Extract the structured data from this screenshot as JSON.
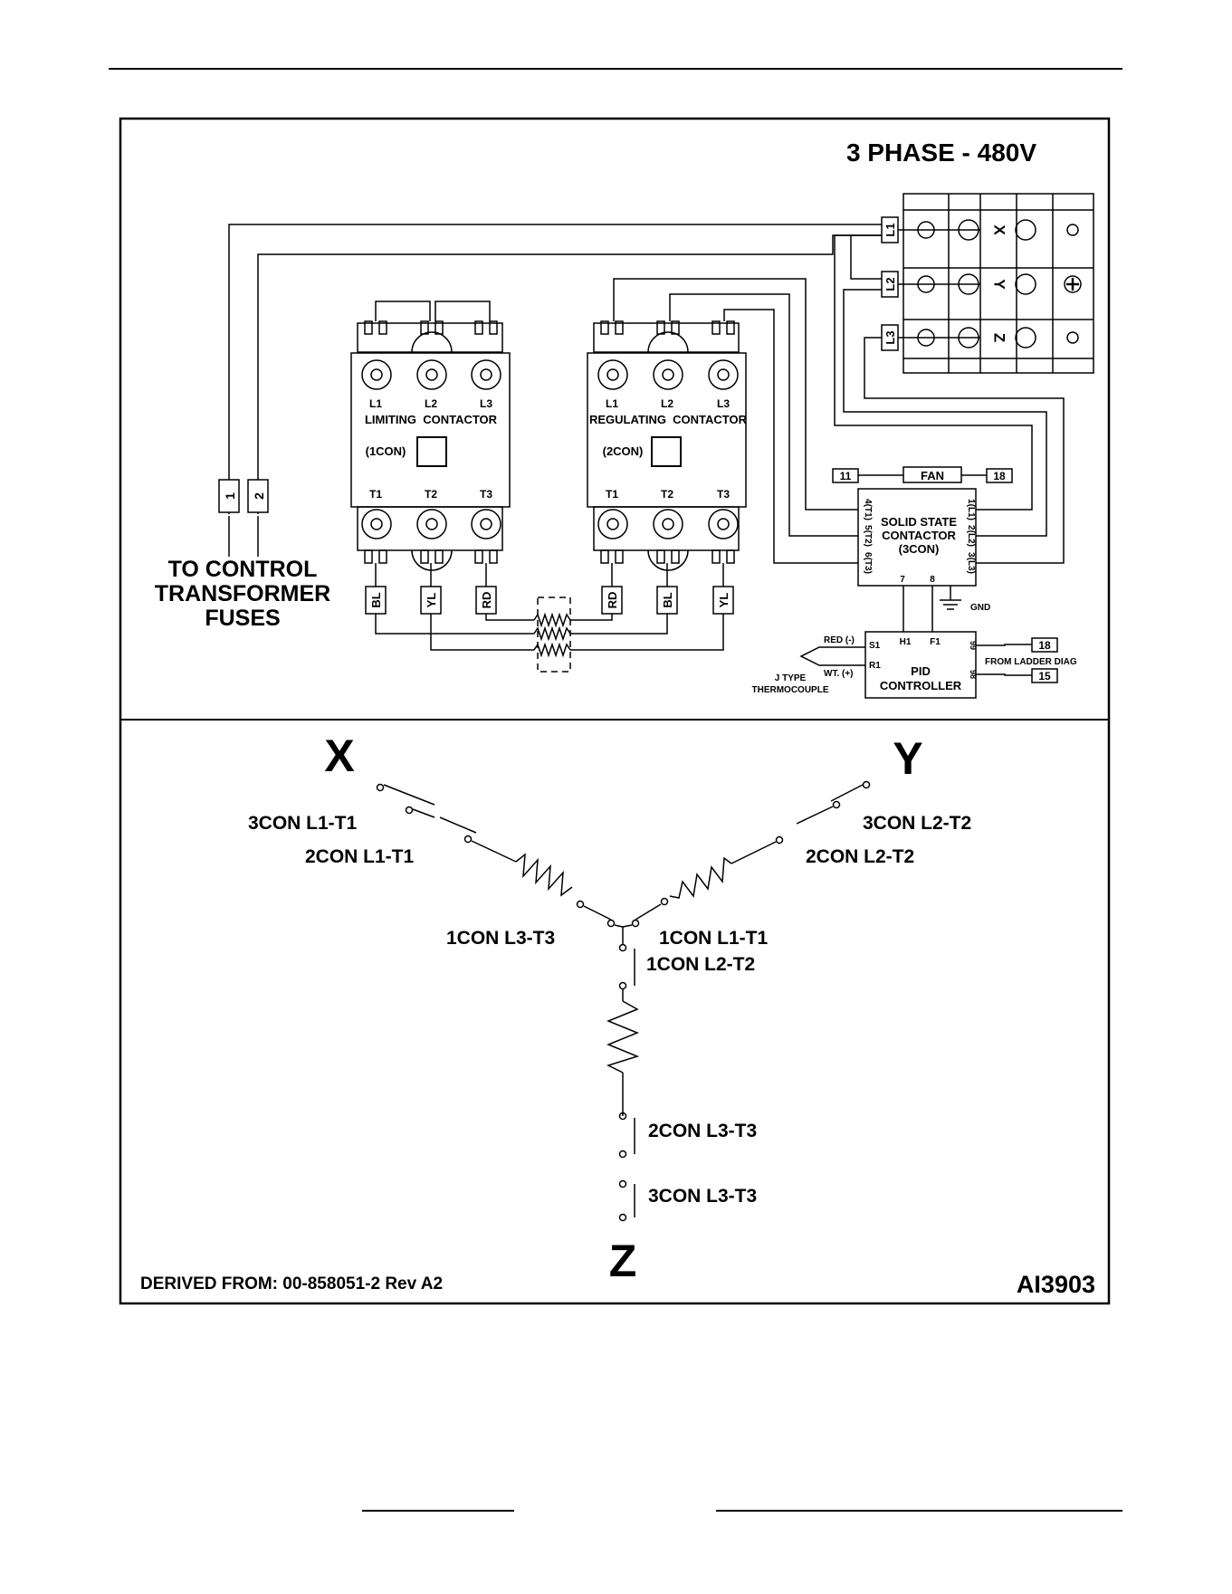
{
  "title": "3 PHASE - 480V",
  "terminal_block": {
    "line_labels": [
      "L1",
      "L2",
      "L3"
    ],
    "phase_labels": [
      "X",
      "Y",
      "Z"
    ]
  },
  "control_transformer": {
    "wire_labels": [
      "1",
      "2"
    ],
    "caption_lines": [
      "TO CONTROL",
      "TRANSFORMER",
      "FUSES"
    ]
  },
  "limiting_contactor": {
    "line_terminals": [
      "L1",
      "L2",
      "L3"
    ],
    "load_terminals": [
      "T1",
      "T2",
      "T3"
    ],
    "name": "LIMITING  CONTACTOR",
    "tag": "(1CON)",
    "wire_labels": [
      "BL",
      "YL",
      "RD"
    ]
  },
  "regulating_contactor": {
    "line_terminals": [
      "L1",
      "L2",
      "L3"
    ],
    "load_terminals": [
      "T1",
      "T2",
      "T3"
    ],
    "name": "REGULATING  CONTACTOR",
    "tag": "(2CON)",
    "wire_labels": [
      "RD",
      "BL",
      "YL"
    ]
  },
  "fan": {
    "label": "FAN",
    "terminal_left": "11",
    "terminal_right": "18"
  },
  "solid_state_contactor": {
    "name_lines": [
      "SOLID STATE",
      "CONTACTOR",
      "(3CON)"
    ],
    "left_terminals": [
      "4(T1)",
      "5(T2)",
      "6(T3)"
    ],
    "right_terminals": [
      "1(L1)",
      "2(L2)",
      "3(L3)"
    ],
    "bottom_terminals": [
      "7",
      "8"
    ],
    "ground_label": "GND"
  },
  "pid_controller": {
    "name_lines": [
      "PID",
      "CONTROLLER"
    ],
    "inputs": [
      "S1",
      "R1"
    ],
    "outputs": [
      "H1",
      "F1"
    ],
    "terminals": [
      "99",
      "98"
    ],
    "ladder_terminals": [
      "18",
      "15"
    ],
    "ladder_label": "FROM LADDER DIAG"
  },
  "thermocouple": {
    "lead_red": "RED (-)",
    "lead_white": "WT. (+)",
    "caption_lines": [
      "J TYPE",
      "THERMOCOUPLE"
    ]
  },
  "wye_schematic": {
    "nodes": [
      "X",
      "Y",
      "Z"
    ],
    "labels": {
      "x_outer": "3CON L1-T1",
      "x_inner": "2CON L1-T1",
      "y_outer": "3CON L2-T2",
      "y_inner": "2CON L2-T2",
      "center_left": "1CON L3-T3",
      "center_right": "1CON L1-T1",
      "center_down": "1CON L2-T2",
      "z_inner": "2CON L3-T3",
      "z_outer": "3CON L3-T3"
    }
  },
  "footer": {
    "derived_from": "DERIVED FROM: 00-858051-2 Rev A2",
    "drawing_id": "AI3903"
  }
}
